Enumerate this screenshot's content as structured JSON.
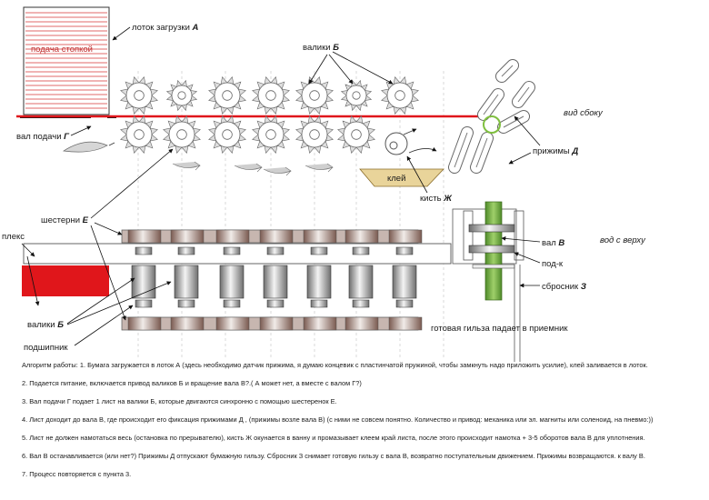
{
  "labels": {
    "stack_feed": "подача стопкой",
    "load_tray": "лоток загрузки ",
    "load_tray_letter": "А",
    "rollers_top": "валики ",
    "rollers_top_letter": "Б",
    "feed_shaft": "вал подачи ",
    "feed_shaft_letter": "Г",
    "side_view": "вид сбоку",
    "clamps": "прижимы ",
    "clamps_letter": "Д",
    "glue": "клей",
    "brush": "кисть ",
    "brush_letter": "Ж",
    "gears": "шестерни ",
    "gears_letter": "Е",
    "plex": "плекс",
    "shaft_v": "вал ",
    "shaft_v_letter": "В",
    "top_view": "вод с верху",
    "pod_k": "под-к",
    "ejector": "сбросник ",
    "ejector_letter": "З",
    "rollers_bottom": "валики ",
    "rollers_bottom_letter": "Б",
    "bearing": "подшипник",
    "finished": "готовая гильза падает в приемник"
  },
  "notes": [
    "Алгоритм работы: 1. Бумага загружается в лоток А (здесь необходимо датчик прижима, я думаю концевик с пластинчатой пружиной, чтобы замкнуть надо приложить усилие), клей заливается в лоток.",
    "2. Подается питание, включается привод валиков Б и вращение вала В?.( А может нет, а вместе с валом Г?)",
    "3.  Вал подачи Г подает 1 лист на валики Б, которые двигаются синхронно с помощью шестеренок Е.",
    "4. Лист доходит до вала В, где происходит его фиксация прижимами Д , (прижимы возле вала В)   (с ними не совсем понятно. Количество и привод:  механика или эл. магниты или соленоид, на пневмо:))",
    "5. Лист не должен намотаться весь (остановка по прерывателю), кисть  Ж окунается в ванну и промазывает клеем край листа, после этого происходит  намотка  +  3-5 оборотов вала В для уплотнения.",
    "6. Вал В останавливается (или нет?)  Прижимы Д отпускают бумажную гильзу. Сбросник З снимает готовую гильзу с вала В, возвратно поступательным движением. Прижимы возвращаются. к валу В.",
    "7. Процесс повторяется с пункта 3."
  ],
  "colors": {
    "paper_line": "#e0161b",
    "red_block": "#e0161b",
    "green_shaft": "#76b340",
    "glue_tray": "#e9d49a"
  }
}
